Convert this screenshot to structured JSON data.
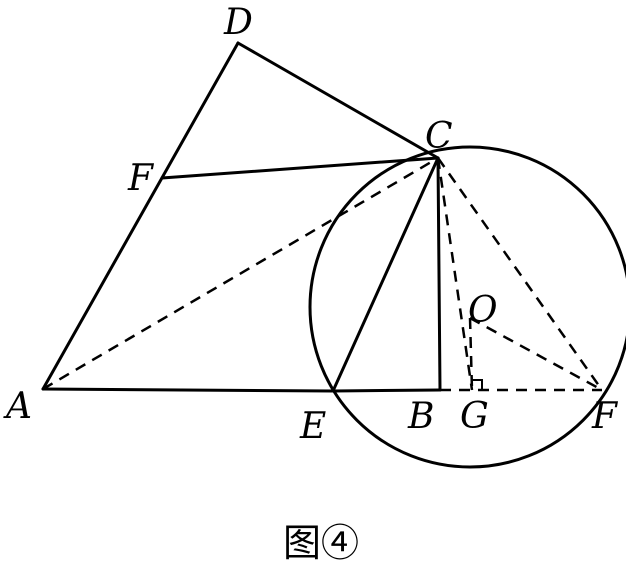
{
  "labels": {
    "A": "A",
    "B": "B",
    "C": "C",
    "D": "D",
    "E": "E",
    "F_left": "F",
    "F_right": "F",
    "G": "G",
    "O": "O"
  },
  "caption": "图④",
  "colors": {
    "stroke": "#000000",
    "background": "#ffffff"
  }
}
